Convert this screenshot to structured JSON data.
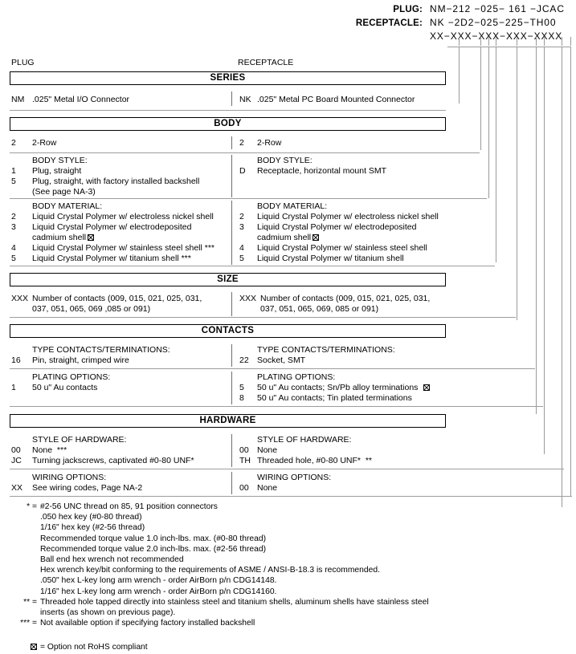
{
  "part_number_header": {
    "rows": [
      {
        "label": "PLUG:",
        "value": "NM−212 −025− 161 −JCAC"
      },
      {
        "label": "RECEPTACLE:",
        "value": "NK −2D2−025−225−TH00"
      },
      {
        "label": "",
        "value": "XX−XXX−XXX−XXX−XXXX"
      }
    ]
  },
  "column_headers": {
    "plug": "PLUG",
    "receptacle": "RECEPTACLE"
  },
  "sections": [
    {
      "title": "SERIES",
      "groups": [
        {
          "subhead_left": "",
          "subhead_right": "",
          "left": [
            {
              "code": "NM",
              "text": ".025\" Metal I/O Connector"
            }
          ],
          "right": [
            {
              "code": "NK",
              "text": ".025\" Metal PC Board Mounted Connector"
            }
          ]
        }
      ]
    },
    {
      "title": "BODY",
      "groups": [
        {
          "subhead_left": "",
          "subhead_right": "",
          "left": [
            {
              "code": "2",
              "text": "2-Row"
            }
          ],
          "right": [
            {
              "code": "2",
              "text": "2-Row"
            }
          ]
        },
        {
          "subhead_left": "BODY STYLE:",
          "subhead_right": "BODY STYLE:",
          "left": [
            {
              "code": "1",
              "text": "Plug, straight"
            },
            {
              "code": "5",
              "text": "Plug, straight, with factory installed backshell"
            },
            {
              "code": "",
              "text": "(See page NA-3)"
            }
          ],
          "right": [
            {
              "code": "D",
              "text": "Receptacle, horizontal mount SMT"
            }
          ]
        },
        {
          "subhead_left": "BODY MATERIAL:",
          "subhead_right": "BODY MATERIAL:",
          "left": [
            {
              "code": "2",
              "text": "Liquid Crystal Polymer w/ electroless nickel shell"
            },
            {
              "code": "3",
              "text": "Liquid Crystal Polymer w/ electrodeposited"
            },
            {
              "code": "",
              "text": "cadmium shell",
              "rohs": true
            },
            {
              "code": "4",
              "text": "Liquid Crystal Polymer w/ stainless steel shell ***"
            },
            {
              "code": "5",
              "text": "Liquid Crystal Polymer w/ titanium shell ***"
            }
          ],
          "right": [
            {
              "code": "2",
              "text": "Liquid Crystal Polymer w/ electroless nickel shell"
            },
            {
              "code": "3",
              "text": "Liquid Crystal Polymer w/ electrodeposited"
            },
            {
              "code": "",
              "text": "cadmium shell",
              "rohs": true
            },
            {
              "code": "4",
              "text": "Liquid Crystal Polymer w/ stainless steel shell"
            },
            {
              "code": "5",
              "text": "Liquid Crystal Polymer w/ titanium shell"
            }
          ]
        }
      ]
    },
    {
      "title": "SIZE",
      "groups": [
        {
          "subhead_left": "",
          "subhead_right": "",
          "left": [
            {
              "code": "XXX",
              "text": "Number of contacts (009, 015, 021, 025, 031,"
            },
            {
              "code": "",
              "text": "037, 051, 065, 069 ,085 or 091)"
            }
          ],
          "right": [
            {
              "code": "XXX",
              "text": "Number of contacts (009, 015, 021, 025, 031,"
            },
            {
              "code": "",
              "text": "037, 051, 065, 069, 085 or 091)"
            }
          ]
        }
      ]
    },
    {
      "title": "CONTACTS",
      "groups": [
        {
          "subhead_left": "TYPE CONTACTS/TERMINATIONS:",
          "subhead_right": "TYPE CONTACTS/TERMINATIONS:",
          "left": [
            {
              "code": "16",
              "text": "Pin, straight, crimped wire"
            }
          ],
          "right": [
            {
              "code": "22",
              "text": "Socket, SMT"
            }
          ]
        },
        {
          "subhead_left": "PLATING OPTIONS:",
          "subhead_right": "PLATING OPTIONS:",
          "left": [
            {
              "code": "1",
              "text": "50 u\" Au contacts"
            }
          ],
          "right": [
            {
              "code": "5",
              "text": "50 u\" Au contacts; Sn/Pb alloy terminations",
              "rohs": true
            },
            {
              "code": "8",
              "text": "50 u\" Au contacts; Tin plated terminations"
            }
          ]
        }
      ]
    },
    {
      "title": "HARDWARE",
      "groups": [
        {
          "subhead_left": "STYLE OF HARDWARE:",
          "subhead_right": "STYLE OF HARDWARE:",
          "left": [
            {
              "code": "00",
              "text": "None  ***"
            },
            {
              "code": "JC",
              "text": "Turning jackscrews, captivated #0-80 UNF*"
            }
          ],
          "right": [
            {
              "code": "00",
              "text": "None"
            },
            {
              "code": "TH",
              "text": "Threaded hole, #0-80 UNF*  **"
            }
          ]
        },
        {
          "subhead_left": "WIRING OPTIONS:",
          "subhead_right": "WIRING OPTIONS:",
          "left": [
            {
              "code": "XX",
              "text": "See wiring codes, Page NA-2"
            }
          ],
          "right": [
            {
              "code": "00",
              "text": "None"
            }
          ]
        }
      ]
    }
  ],
  "footnotes": [
    {
      "mark": "* =",
      "lines": [
        "#2-56 UNC thread on 85, 91 position connectors",
        ".050 hex key (#0-80 thread)",
        "1/16\" hex key (#2-56 thread)",
        "Recommended torque value 1.0 inch-lbs. max. (#0-80 thread)",
        "Recommended torque value 2.0 inch-lbs. max. (#2-56 thread)",
        "Ball end hex wrench not recommended",
        "Hex wrench key/bit conforming to the requirements of ASME / ANSI-B-18.3 is recommended.",
        ".050\" hex L-key long arm wrench - order AirBorn p/n CDG14148.",
        "1/16\" hex L-key long arm wrench - order AirBorn p/n CDG14160."
      ]
    },
    {
      "mark": "** =",
      "lines": [
        "Threaded hole tapped directly into stainless steel and titanium shells, aluminum shells have stainless steel",
        "inserts (as shown on previous page)."
      ]
    },
    {
      "mark": "*** =",
      "lines": [
        "Not available option if specifying factory installed backshell"
      ]
    }
  ],
  "rohs_legend": {
    "text": "= Option not RoHS compliant"
  }
}
